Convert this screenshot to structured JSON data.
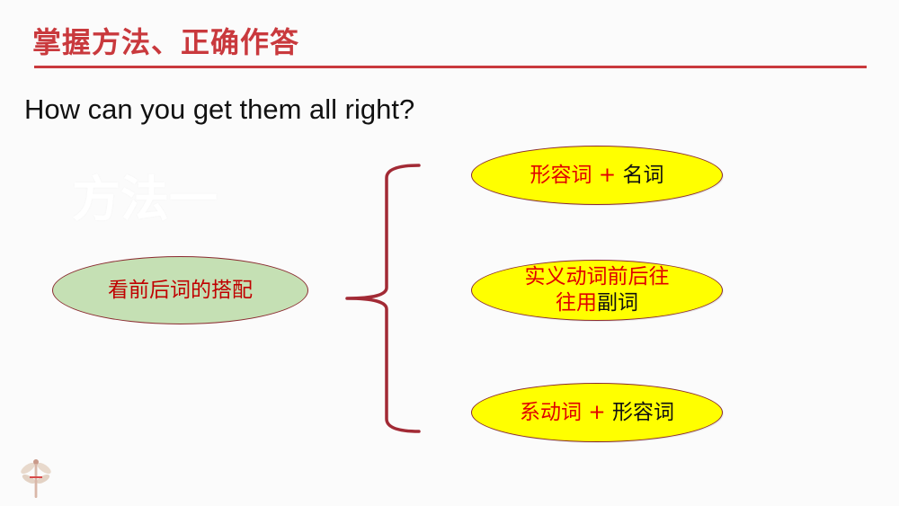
{
  "header": {
    "title": "掌握方法、正确作答",
    "question": "How can you get them all right?"
  },
  "watermark": "方法一",
  "diagram": {
    "root": "看前后词的搭配",
    "branches": [
      {
        "red": "形容词",
        "plus": " + ",
        "black": "名词"
      },
      {
        "red_line1": "实义动词前后往",
        "red_line2": "往用",
        "black": "副词"
      },
      {
        "red": "系动词",
        "plus": " + ",
        "black": "形容词"
      }
    ]
  },
  "colors": {
    "accent": "#c9393d",
    "root_fill": "#c5e0b4",
    "branch_fill": "#ffff00",
    "text_red": "#e00000"
  },
  "icons": {
    "corner_logo": "dragonfly-icon"
  }
}
